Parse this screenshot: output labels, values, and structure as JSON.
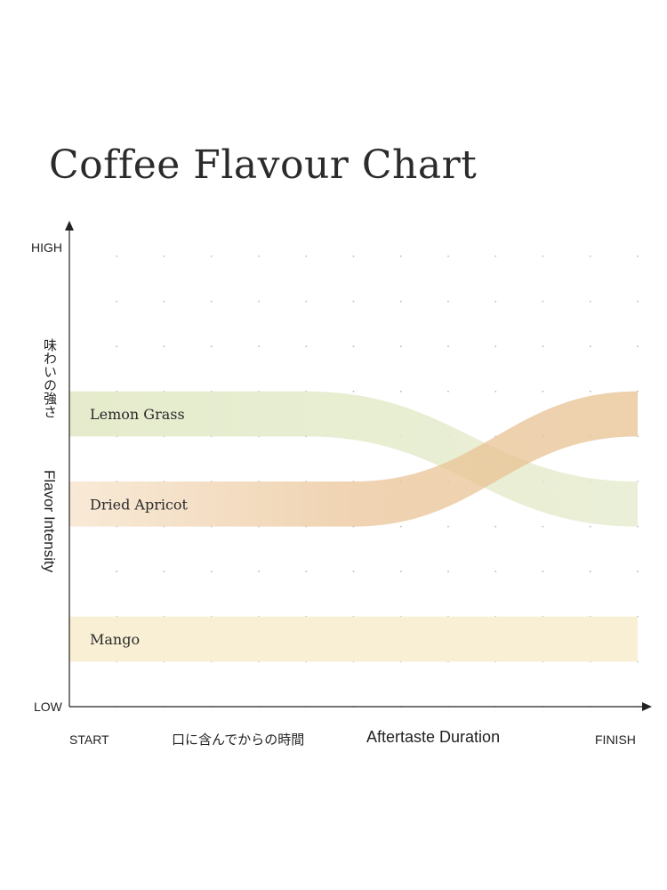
{
  "title": "Coffee Flavour Chart",
  "chart_data": {
    "type": "area",
    "title": "Coffee Flavour Chart",
    "ylabel": [
      "味わいの強さ",
      "Flavor Intensity"
    ],
    "xlabel": [
      "口に含んでからの時間",
      "Aftertaste Duration"
    ],
    "yticks": [
      "HIGH",
      "LOW"
    ],
    "xticks": [
      "START",
      "FINISH"
    ],
    "ylim": [
      0,
      10
    ],
    "xlim": [
      0,
      12
    ],
    "grid": "dotted",
    "series": [
      {
        "name": "Lemon Grass",
        "color": "#dfe6c1",
        "x": [
          0,
          5,
          12
        ],
        "low": [
          6,
          6,
          4
        ],
        "high": [
          7,
          7,
          5
        ]
      },
      {
        "name": "Dried Apricot",
        "color": "#e9c08e",
        "x": [
          0,
          6,
          12
        ],
        "low": [
          4,
          4,
          6
        ],
        "high": [
          5,
          5,
          7
        ]
      },
      {
        "name": "Mango",
        "color": "#f8efd4",
        "x": [
          0,
          12
        ],
        "low": [
          1,
          1
        ],
        "high": [
          2,
          2
        ]
      }
    ]
  }
}
